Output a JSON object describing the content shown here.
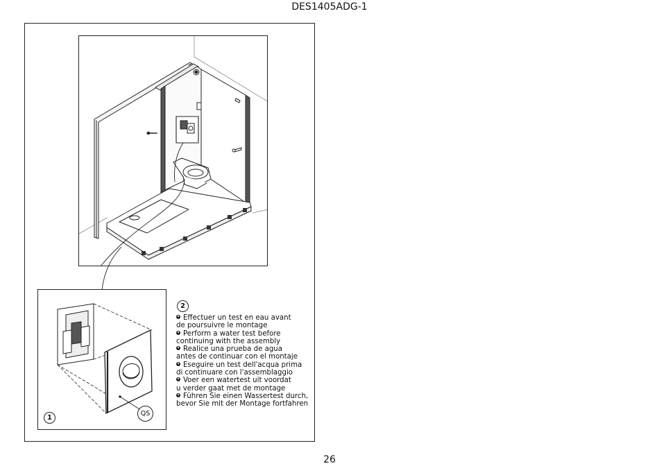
{
  "header": {
    "doc_code": "DES1405ADG-1"
  },
  "footer": {
    "page_number": "26"
  },
  "step": {
    "number": "2",
    "instructions": [
      {
        "lang": "fr",
        "lines": [
          "Effectuer un test en eau avant",
          "de poursuivre le montage"
        ]
      },
      {
        "lang": "en",
        "lines": [
          "Perform a water test before",
          "continuing with the assembly"
        ]
      },
      {
        "lang": "es",
        "lines": [
          "Realice una prueba de agua",
          "antes de continuar con el montaje"
        ]
      },
      {
        "lang": "it",
        "lines": [
          "Eseguire un test dell'acqua prima",
          "di continuare con l'assemblaggio"
        ]
      },
      {
        "lang": "nl",
        "lines": [
          "Voer een watertest uit voordat",
          "u verder gaat met de montage"
        ]
      },
      {
        "lang": "de",
        "lines": [
          "Führen Sie einen Wassertest durch,",
          "bevor Sie mit der Montage fortfahren"
        ]
      }
    ]
  },
  "detail": {
    "number": "1",
    "callout_label": "QS"
  },
  "icons": [
    "bullet-icon",
    "flush-button-icon",
    "toilet-icon",
    "shower-tray-icon"
  ]
}
